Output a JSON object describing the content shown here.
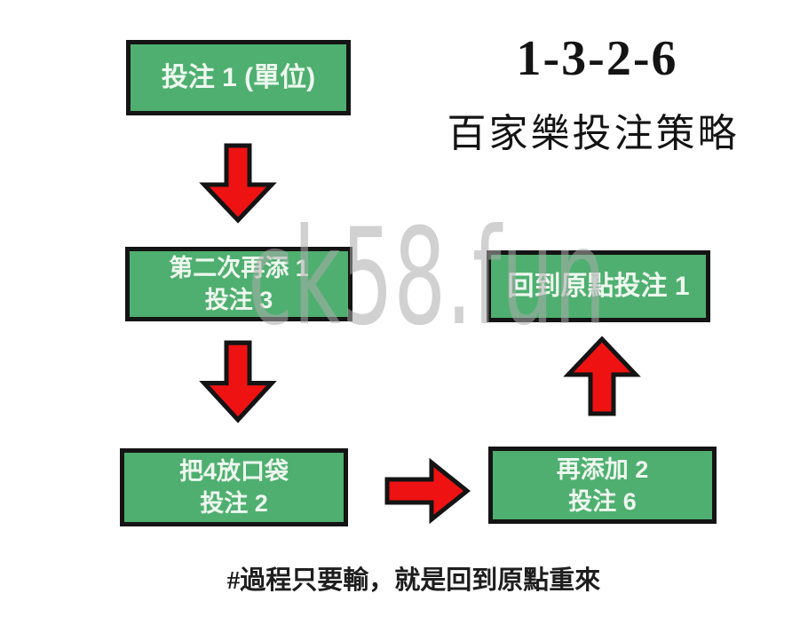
{
  "header": {
    "title": "1-3-2-6",
    "subtitle": "百家樂投注策略"
  },
  "watermark": {
    "text": "ck58.fun"
  },
  "flowchart": {
    "nodes": [
      {
        "id": "start",
        "line1": "投注 1 (單位)"
      },
      {
        "id": "step2",
        "line1": "第二次再添 1",
        "line2": "投注 3"
      },
      {
        "id": "step3",
        "line1": "把4放口袋",
        "line2": "投注 2"
      },
      {
        "id": "step4",
        "line1": "再添加 2",
        "line2": "投注 6"
      },
      {
        "id": "reset",
        "line1": "回到原點投注 1"
      }
    ],
    "edges": [
      {
        "from": "start",
        "to": "step2",
        "direction": "down"
      },
      {
        "from": "step2",
        "to": "step3",
        "direction": "down"
      },
      {
        "from": "step3",
        "to": "step4",
        "direction": "right"
      },
      {
        "from": "step4",
        "to": "reset",
        "direction": "up"
      }
    ]
  },
  "footnote": "#過程只要輸，就是回到原點重來",
  "colors": {
    "box_green": "#4faf70",
    "arrow_red": "#ee1212",
    "ink": "#141414",
    "box_text": "#eef8ef",
    "footnote_ink": "#1e1e1e",
    "page_bg": "#ffffff"
  }
}
